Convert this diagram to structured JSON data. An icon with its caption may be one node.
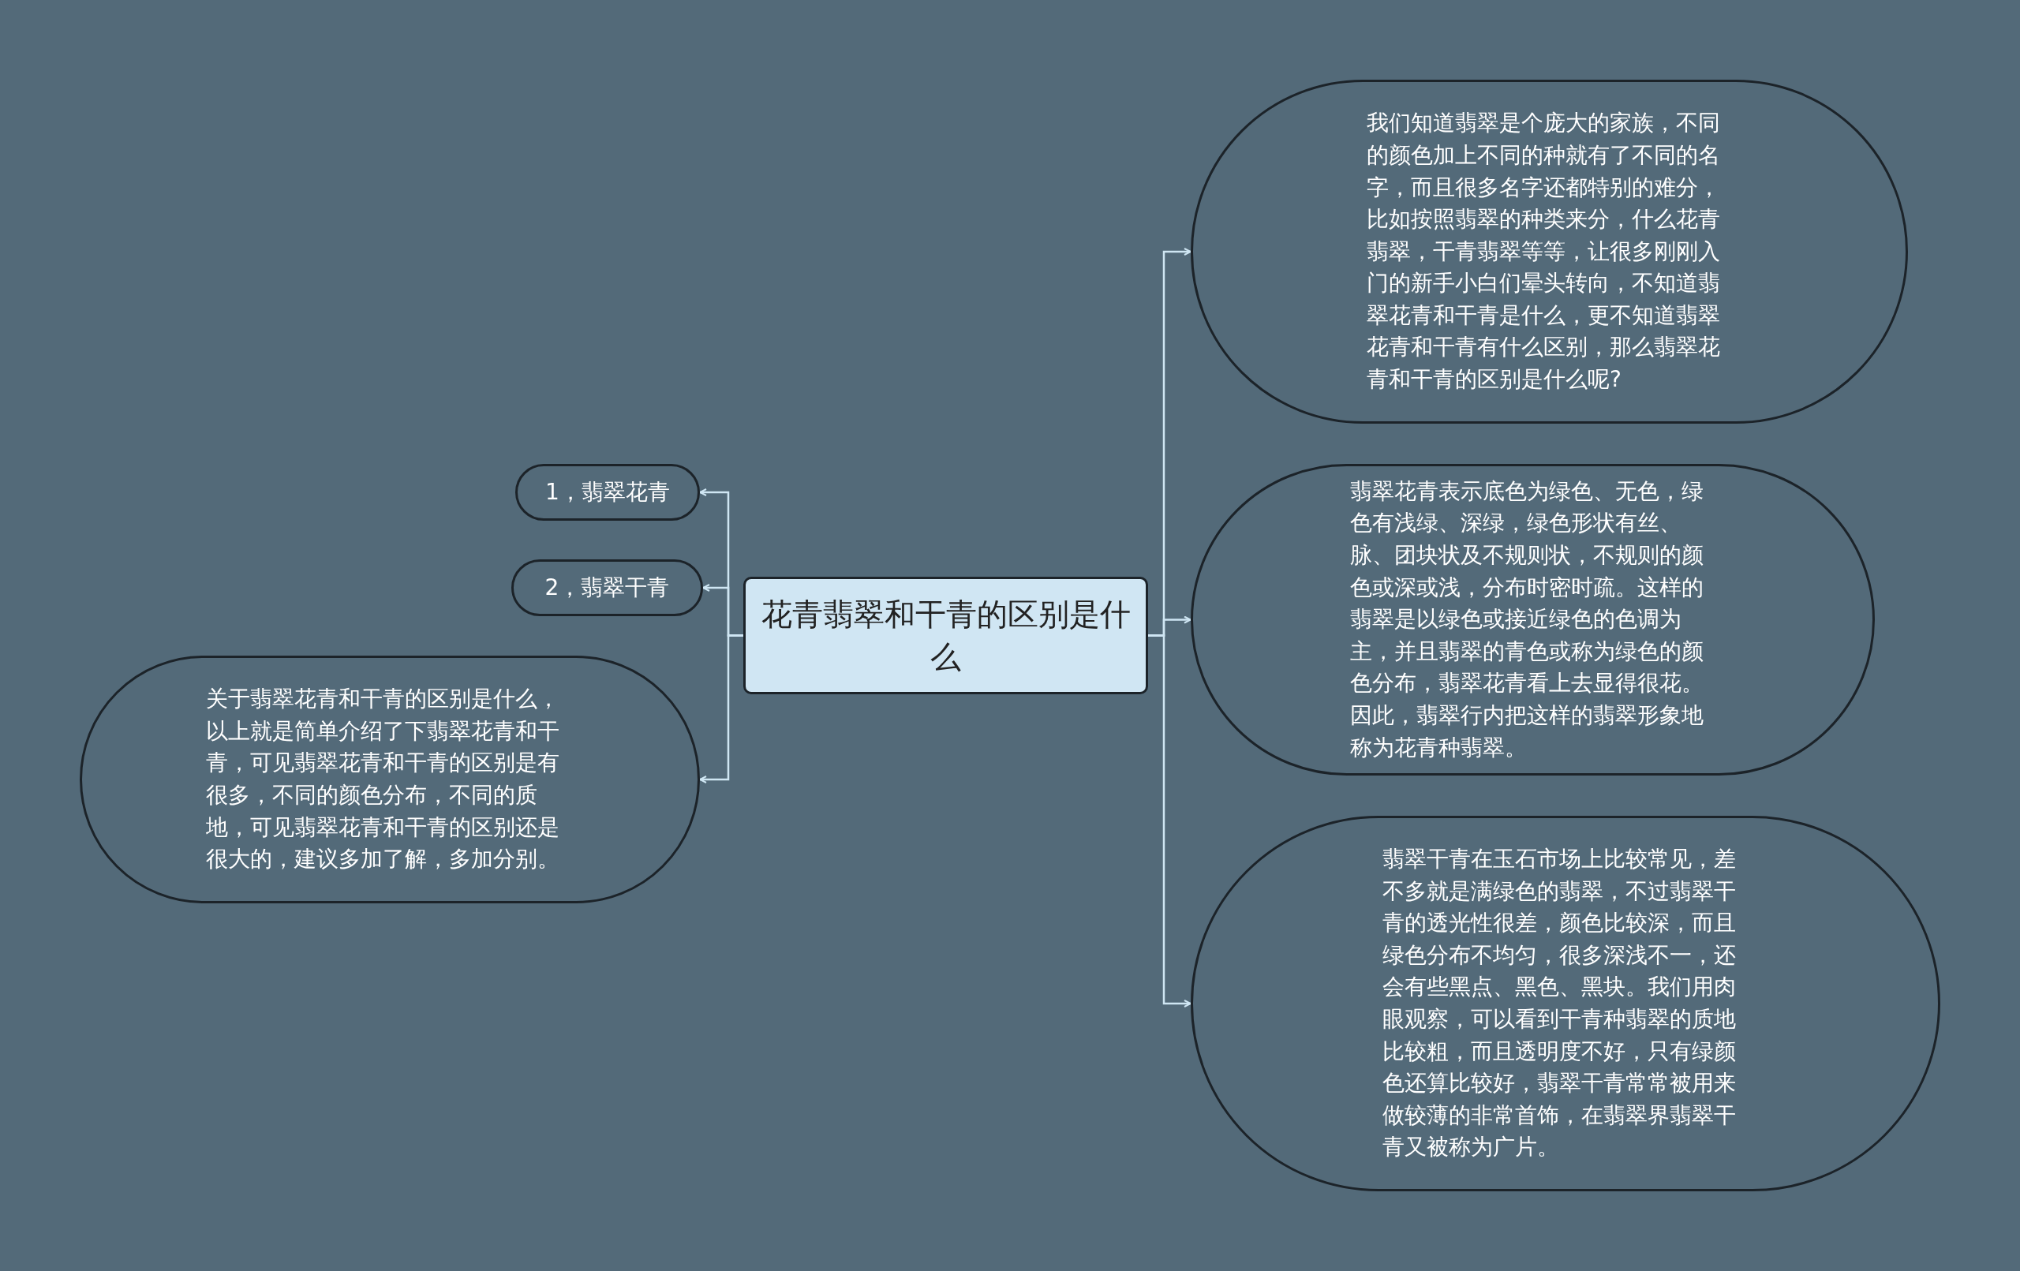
{
  "diagram": {
    "nodes": [
      {
        "text": [
          "花青翡翠和干青的区别是什么"
        ]
      },
      {
        "text": [
          "1，翡翠花青"
        ]
      },
      {
        "text": [
          "2，翡翠干青"
        ]
      },
      {
        "text": [
          "关于翡翠花青和干青的区别是什么，以上就是简单介绍了下翡翠花青和干青，可见翡翠花青和干青的区别是有很多，不同的颜色分布，不同的质地，可见翡翠花青和干青的区别还是很大的，建议多加了解，多加分别。"
        ]
      },
      {
        "text": [
          "我们知道翡翠是个庞大的家族，不同的颜色加上不同的种就有了不同的名字，而且很多名字还都特别的难分，比如按照翡翠的种类来分，什么花青翡翠，干青翡翠等等，让很多刚刚入门的新手小白们晕头转向，不知道翡翠花青和干青是什么，更不知道翡翠花青和干青有什么区别，那么翡翠花青和干青的区别是什么呢?"
        ]
      },
      {
        "text": [
          "翡翠花青表示底色为绿色、无色，绿色有浅绿、深绿，绿色形状有丝、脉、团块状及不规则状，不规则的颜色或深或浅，分布时密时疏。这样的翡翠是以绿色或接近绿色的色调为主，并且翡翠的青色或称为绿色的颜色分布，翡翠花青看上去显得很花。因此，翡翠行内把这样的翡翠形象地称为花青种翡翠。"
        ]
      },
      {
        "text": [
          "翡翠干青在玉石市场上比较常见，差不多就是满绿色的翡翠，不过翡翠干青的透光性很差，颜色比较深，而且绿色分布不均匀，很多深浅不一，还会有些黑点、黑色、黑块。我们用肉眼观察，可以看到干青种翡翠的质地比较粗，而且透明度不好，只有绿颜色还算比较好，翡翠干青常常被用来做较薄的非常首饰，在翡翠界翡翠干青又被称为广片。"
        ]
      }
    ],
    "edges": [
      {
        "from": 0,
        "to": 1,
        "arrow": "to"
      },
      {
        "from": 0,
        "to": 2,
        "arrow": "to"
      },
      {
        "from": 0,
        "to": 3,
        "arrow": "to"
      },
      {
        "from": 0,
        "to": 4,
        "arrow": "to"
      },
      {
        "from": 0,
        "to": 5,
        "arrow": "to"
      },
      {
        "from": 0,
        "to": 6,
        "arrow": "to"
      }
    ]
  }
}
